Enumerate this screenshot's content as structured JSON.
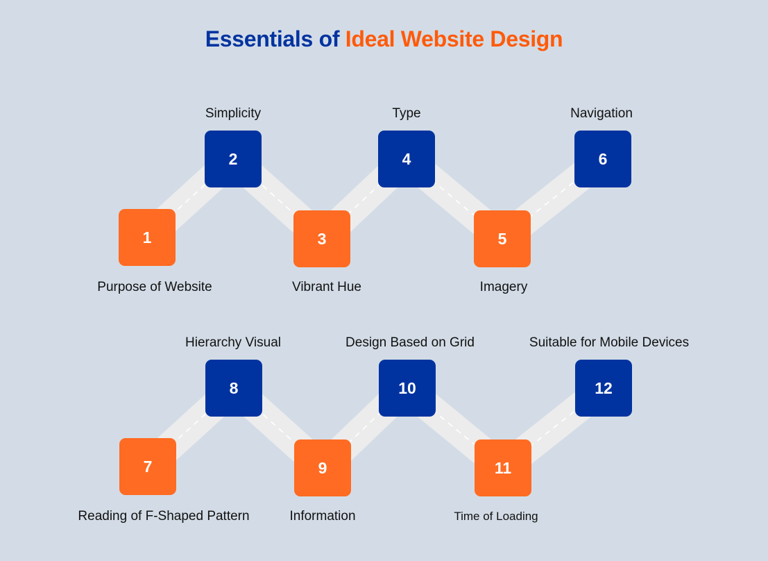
{
  "title": {
    "part1": "Essentials of",
    "part2": "Ideal Website Design",
    "colors": {
      "part1": "#0033a0",
      "part2": "#ff5a0a"
    }
  },
  "colors": {
    "background": "#d3dce6",
    "blue_node": "#0033a0",
    "orange_node": "#ff6b22",
    "band": "#ececec",
    "dash": "#ffffff"
  },
  "nodes": [
    {
      "number": "1",
      "label": "Purpose of Website",
      "color": "orange"
    },
    {
      "number": "2",
      "label": "Simplicity",
      "color": "blue"
    },
    {
      "number": "3",
      "label": "Vibrant Hue",
      "color": "orange"
    },
    {
      "number": "4",
      "label": "Type",
      "color": "blue"
    },
    {
      "number": "5",
      "label": "Imagery",
      "color": "orange"
    },
    {
      "number": "6",
      "label": "Navigation",
      "color": "blue"
    },
    {
      "number": "7",
      "label": "Reading of F-Shaped Pattern",
      "color": "orange"
    },
    {
      "number": "8",
      "label": "Hierarchy Visual",
      "color": "blue"
    },
    {
      "number": "9",
      "label": "Information",
      "color": "orange"
    },
    {
      "number": "10",
      "label": "Design Based on Grid",
      "color": "blue"
    },
    {
      "number": "11",
      "label": "Time of Loading",
      "color": "orange"
    },
    {
      "number": "12",
      "label": "Suitable for Mobile Devices",
      "color": "blue"
    }
  ]
}
